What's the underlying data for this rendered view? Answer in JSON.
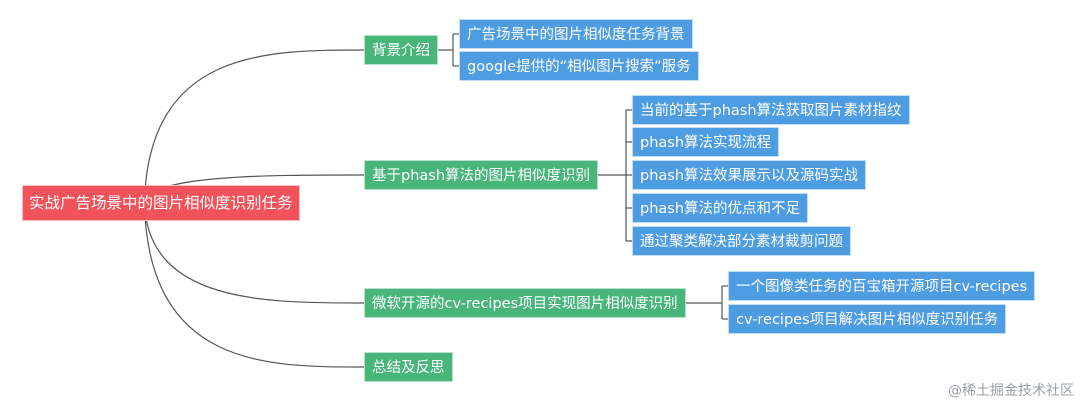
{
  "root": {
    "label": "实战广告场景中的图片相似度识别任务"
  },
  "branches": [
    {
      "label": "背景介绍",
      "children": [
        "广告场景中的图片相似度任务背景",
        "google提供的“相似图片搜索”服务"
      ]
    },
    {
      "label": "基于phash算法的图片相似度识别",
      "children": [
        "当前的基于phash算法获取图片素材指纹",
        "phash算法实现流程",
        "phash算法效果展示以及源码实战",
        "phash算法的优点和不足",
        "通过聚类解决部分素材裁剪问题"
      ]
    },
    {
      "label": "微软开源的cv-recipes项目实现图片相似度识别",
      "children": [
        "一个图像类任务的百宝箱开源项目cv-recipes",
        "cv-recipes项目解决图片相似度识别任务"
      ]
    },
    {
      "label": "总结及反思",
      "children": []
    }
  ],
  "colors": {
    "root": "#f2535a",
    "branch": "#48b67a",
    "leaf": "#4e9de3",
    "line": "#555555"
  },
  "watermark": {
    "icon": "at-icon",
    "text": "@稀土掘金技术社区"
  }
}
